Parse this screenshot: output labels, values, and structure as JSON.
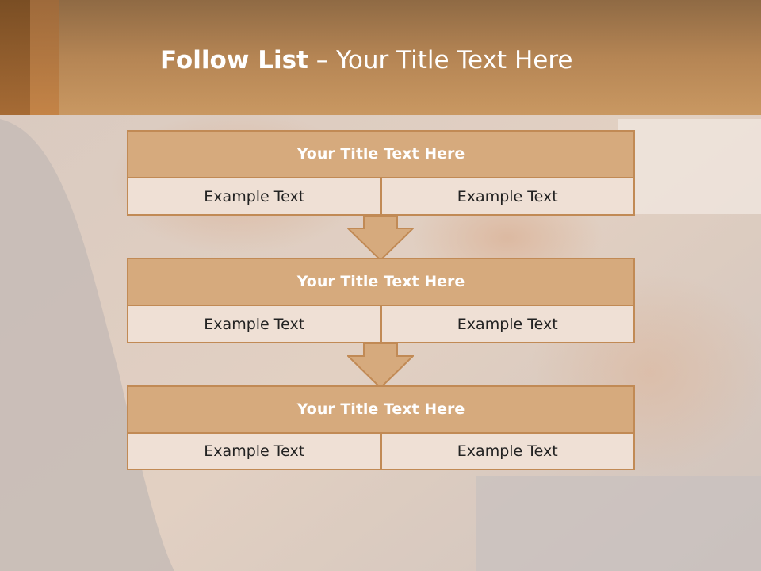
{
  "slide": {
    "title_bold": "Follow List",
    "title_rest": "– Your Title Text Here"
  },
  "flow": {
    "steps": [
      {
        "title": "Your Title Text Here",
        "left": "Example Text",
        "right": "Example Text"
      },
      {
        "title": "Your Title Text Here",
        "left": "Example Text",
        "right": "Example Text"
      },
      {
        "title": "Your Title Text Here",
        "left": "Example Text",
        "right": "Example Text"
      }
    ]
  },
  "colors": {
    "header": "#b58554",
    "box_title_fill": "#d6aa7d",
    "box_cell_fill": "#efe0d5",
    "border": "#c18a55"
  }
}
